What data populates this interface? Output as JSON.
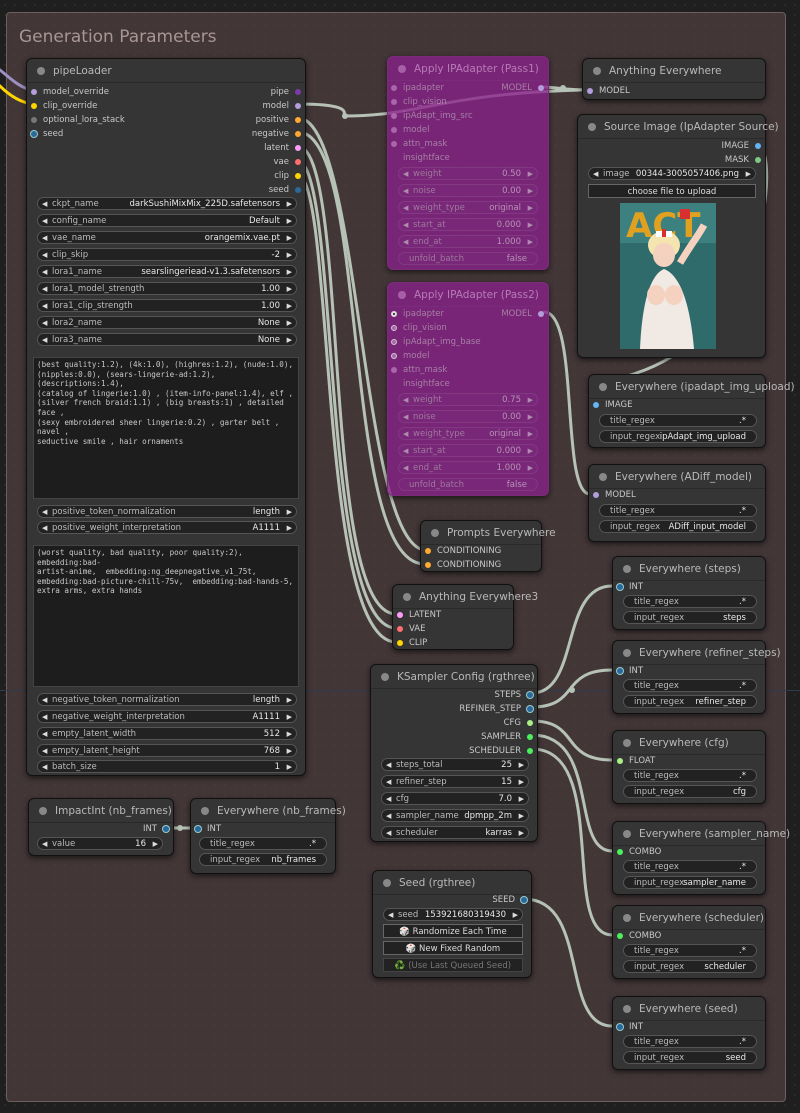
{
  "group_title": "Generation Parameters",
  "colors": {
    "model": "#b39ddb",
    "clip": "#ffd500",
    "conditioning": "#ffa931",
    "latent": "#ff9cf9",
    "vae": "#ff6e6e",
    "int": "#29699c",
    "combo": "#4bf05a",
    "float": "#aaee88",
    "image": "#64b5f6",
    "mask": "#81c784"
  },
  "pipeLoader": {
    "title": "pipeLoader",
    "inputs": [
      "model_override",
      "clip_override",
      "optional_lora_stack",
      "seed"
    ],
    "outputs": [
      "pipe",
      "model",
      "positive",
      "negative",
      "latent",
      "vae",
      "clip",
      "seed"
    ],
    "widgets": [
      {
        "label": "ckpt_name",
        "value": "darkSushiMixMix_225D.safetensors"
      },
      {
        "label": "config_name",
        "value": "Default"
      },
      {
        "label": "vae_name",
        "value": "orangemix.vae.pt"
      },
      {
        "label": "clip_skip",
        "value": "-2"
      },
      {
        "label": "lora1_name",
        "value": "searslingeriead-v1.3.safetensors"
      },
      {
        "label": "lora1_model_strength",
        "value": "1.00"
      },
      {
        "label": "lora1_clip_strength",
        "value": "1.00"
      },
      {
        "label": "lora2_name",
        "value": "None"
      },
      {
        "label": "lora3_name",
        "value": "None"
      }
    ],
    "positive_text": "(best quality:1.2), (4k:1.0), (highres:1.2), (nude:1.0),\n(nipples:0.0), (sears-lingerie-ad:1.2), (descriptions:1.4),\n(catalog of lingerie:1.0) , (item-info-panel:1.4), elf ,\n(silver french braid:1.1) , (big breasts:1) , detailed face ,\n(sexy embroidered sheer lingerie:0.2) , garter belt , navel ,\nseductive smile , hair ornaments",
    "positive_widgets": [
      {
        "label": "positive_token_normalization",
        "value": "length"
      },
      {
        "label": "positive_weight_interpretation",
        "value": "A1111"
      }
    ],
    "negative_text": "(worst quality, bad quality, poor quality:2), embedding:bad-\nartist-anime,  embedding:ng_deepnegative_v1_75t,\nembedding:bad-picture-chill-75v,  embedding:bad-hands-5,\nextra arms, extra hands",
    "negative_widgets": [
      {
        "label": "negative_token_normalization",
        "value": "length"
      },
      {
        "label": "negative_weight_interpretation",
        "value": "A1111"
      },
      {
        "label": "empty_latent_width",
        "value": "512"
      },
      {
        "label": "empty_latent_height",
        "value": "768"
      },
      {
        "label": "batch_size",
        "value": "1"
      }
    ]
  },
  "ipadapter1": {
    "title": "Apply IPAdapter (Pass1)",
    "inputs": [
      "ipadapter",
      "clip_vision",
      "ipAdapt_img_src",
      "model",
      "attn_mask"
    ],
    "output": "MODEL",
    "section": "insightface",
    "widgets": [
      {
        "label": "weight",
        "value": "0.50"
      },
      {
        "label": "noise",
        "value": "0.00"
      },
      {
        "label": "weight_type",
        "value": "original"
      },
      {
        "label": "start_at",
        "value": "0.000"
      },
      {
        "label": "end_at",
        "value": "1.000"
      },
      {
        "label": "unfold_batch",
        "value": "false"
      }
    ]
  },
  "ipadapter2": {
    "title": "Apply IPAdapter (Pass2)",
    "inputs": [
      "ipadapter",
      "clip_vision",
      "ipAdapt_img_base",
      "model",
      "attn_mask"
    ],
    "output": "MODEL",
    "section": "insightface",
    "widgets": [
      {
        "label": "weight",
        "value": "0.75"
      },
      {
        "label": "noise",
        "value": "0.00"
      },
      {
        "label": "weight_type",
        "value": "original"
      },
      {
        "label": "start_at",
        "value": "0.000"
      },
      {
        "label": "end_at",
        "value": "1.000"
      },
      {
        "label": "unfold_batch",
        "value": "false"
      }
    ]
  },
  "anything_everywhere": {
    "title": "Anything Everywhere",
    "input": "MODEL"
  },
  "source_image": {
    "title": "Source Image (IpAdapter Source)",
    "outputs": [
      "IMAGE",
      "MASK"
    ],
    "image_label": "image",
    "image_value": "00344-3005057406.png",
    "upload_label": "choose file to upload"
  },
  "ev_ipadapt": {
    "title": "Everywhere (ipadapt_img_upload)",
    "input": "IMAGE",
    "title_regex": ".*",
    "input_regex": "ipAdapt_img_upload"
  },
  "ev_adiff": {
    "title": "Everywhere (ADiff_model)",
    "input": "MODEL",
    "title_regex": ".*",
    "input_regex": "ADiff_input_model"
  },
  "prompts_everywhere": {
    "title": "Prompts Everywhere",
    "inputs": [
      "CONDITIONING",
      "CONDITIONING"
    ]
  },
  "anything_everywhere3": {
    "title": "Anything Everywhere3",
    "inputs": [
      "LATENT",
      "VAE",
      "CLIP"
    ]
  },
  "ksampler_config": {
    "title": "KSampler Config (rgthree)",
    "outputs": [
      "STEPS",
      "REFINER_STEP",
      "CFG",
      "SAMPLER",
      "SCHEDULER"
    ],
    "widgets": [
      {
        "label": "steps_total",
        "value": "25"
      },
      {
        "label": "refiner_step",
        "value": "15"
      },
      {
        "label": "cfg",
        "value": "7.0"
      },
      {
        "label": "sampler_name",
        "value": "dpmpp_2m"
      },
      {
        "label": "scheduler",
        "value": "karras"
      }
    ]
  },
  "seed_node": {
    "title": "Seed (rgthree)",
    "output": "SEED",
    "seed_label": "seed",
    "seed_value": "153921680319430",
    "btn_randomize": "🎲 Randomize Each Time",
    "btn_new_fixed": "🎲 New Fixed Random",
    "btn_last": "♻️ (Use Last Queued Seed)"
  },
  "impact_int": {
    "title": "ImpactInt (nb_frames)",
    "output": "INT",
    "value_label": "value",
    "value": "16"
  },
  "ev_nb_frames": {
    "title": "Everywhere (nb_frames)",
    "input": "INT",
    "title_regex": ".*",
    "input_regex": "nb_frames"
  },
  "ev_steps": {
    "title": "Everywhere (steps)",
    "input": "INT",
    "title_regex": ".*",
    "input_regex": "steps"
  },
  "ev_refiner": {
    "title": "Everywhere (refiner_steps)",
    "input": "INT",
    "title_regex": ".*",
    "input_regex": "refiner_step"
  },
  "ev_cfg": {
    "title": "Everywhere (cfg)",
    "input": "FLOAT",
    "title_regex": ".*",
    "input_regex": "cfg"
  },
  "ev_sampler": {
    "title": "Everywhere (sampler_name)",
    "input": "COMBO",
    "title_regex": ".*",
    "input_regex": "sampler_name"
  },
  "ev_scheduler": {
    "title": "Everywhere (scheduler)",
    "input": "COMBO",
    "title_regex": ".*",
    "input_regex": "scheduler"
  },
  "ev_seed": {
    "title": "Everywhere (seed)",
    "input": "INT",
    "title_regex": ".*",
    "input_regex": "seed"
  },
  "regex_labels": {
    "title_regex": "title_regex",
    "input_regex": "input_regex"
  }
}
